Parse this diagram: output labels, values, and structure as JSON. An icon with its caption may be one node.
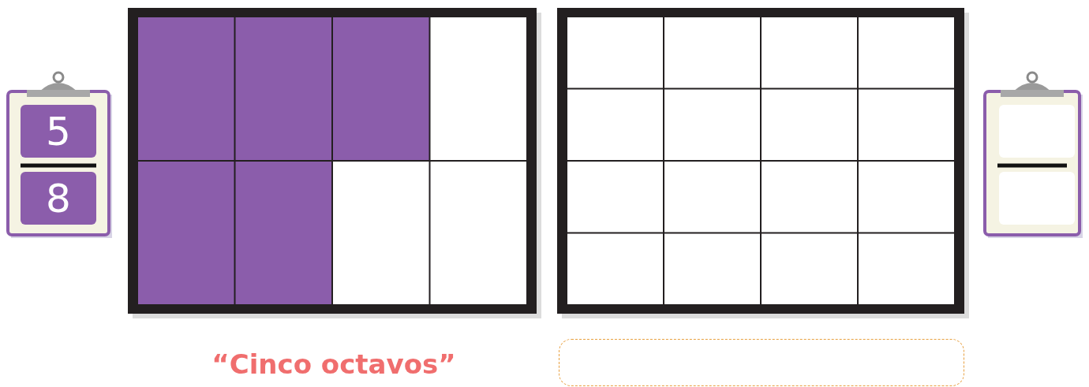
{
  "diagram": {
    "nodes": [
      {
        "text": [],
        "shape": "picture"
      },
      {
        "text": [
          "5"
        ],
        "in": 0
      },
      {
        "text": [
          "8"
        ],
        "in": 0
      },
      {
        "text": [],
        "shape": "picture"
      },
      {
        "text": [],
        "shape": "box",
        "in": 3
      },
      {
        "text": [],
        "shape": "box",
        "in": 3
      },
      {
        "text": [],
        "shape": "box"
      }
    ],
    "labels": [
      "“Cinco octavos”"
    ]
  }
}
